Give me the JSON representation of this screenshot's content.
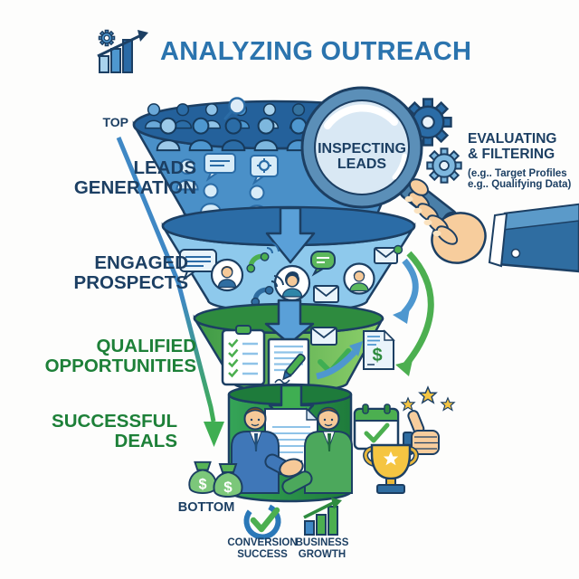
{
  "header": {
    "title": "ANALYZING OUTREACH"
  },
  "funnel": {
    "top_label": "TOP",
    "bottom_label": "BOTTOM",
    "stages": [
      {
        "label": "LEADS\nGENERATION",
        "color": "#4a90c8"
      },
      {
        "label": "ENGAGED\nPROSPECTS",
        "color": "#8ec9ec"
      },
      {
        "label": "QUALIFIED\nOPPORTUNITIES",
        "color": "#58b057"
      },
      {
        "label": "SUCCESSFUL\nDEALS",
        "color": "#2f9e4f"
      }
    ]
  },
  "magnifier": {
    "label": "INSPECTING\nLEADS"
  },
  "evaluating": {
    "title": "EVALUATING\n& FILTERING",
    "subtitle": "(e.g.. Target Profiles\ne.g.. Qualifying Data)"
  },
  "outcomes": [
    {
      "label": "CONVERSION\nSUCCESS"
    },
    {
      "label": "BUSINESS\nGROWTH"
    }
  ],
  "symbols": {
    "dollar": "$"
  },
  "colors": {
    "title_blue": "#2b74ae",
    "navy": "#1c3f63",
    "blue": "#3f88c5",
    "light_blue": "#8ec9ec",
    "green": "#3fae52",
    "dark_green": "#1d8038",
    "gold": "#f5c542"
  }
}
